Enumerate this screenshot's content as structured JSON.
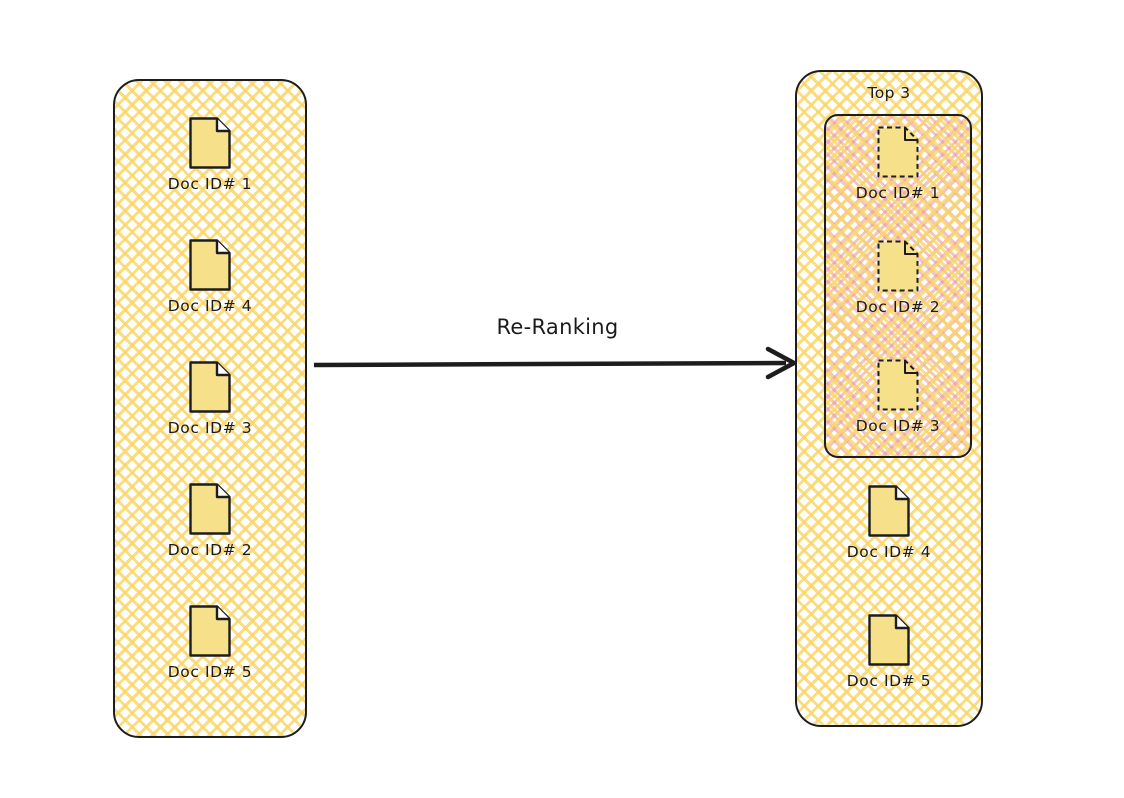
{
  "diagram": {
    "title": "Re-Ranking",
    "colors": {
      "stroke": "#1d1d1d",
      "doc_fill": "#f7e08a",
      "hatch_yellow": "#fad669",
      "hatch_pink": "#e99691",
      "background": "#ffffff"
    },
    "left_panel": {
      "name": "initial-ranking",
      "docs": [
        {
          "label": "Doc ID# 1",
          "icon": "document-icon",
          "border": "solid"
        },
        {
          "label": "Doc ID# 4",
          "icon": "document-icon",
          "border": "solid"
        },
        {
          "label": "Doc ID# 3",
          "icon": "document-icon",
          "border": "solid"
        },
        {
          "label": "Doc ID# 2",
          "icon": "document-icon",
          "border": "solid"
        },
        {
          "label": "Doc ID# 5",
          "icon": "document-icon",
          "border": "solid"
        }
      ]
    },
    "arrow": {
      "label": "Re-Ranking",
      "direction": "left-to-right",
      "icon": "arrow-right-icon"
    },
    "right_panel": {
      "name": "reranked-results",
      "group": {
        "title": "Top 3",
        "docs": [
          {
            "label": "Doc ID# 1",
            "icon": "document-icon",
            "border": "dashed"
          },
          {
            "label": "Doc ID# 2",
            "icon": "document-icon",
            "border": "dashed"
          },
          {
            "label": "Doc ID# 3",
            "icon": "document-icon",
            "border": "dashed"
          }
        ]
      },
      "docs": [
        {
          "label": "Doc ID# 4",
          "icon": "document-icon",
          "border": "solid"
        },
        {
          "label": "Doc ID# 5",
          "icon": "document-icon",
          "border": "solid"
        }
      ]
    }
  }
}
